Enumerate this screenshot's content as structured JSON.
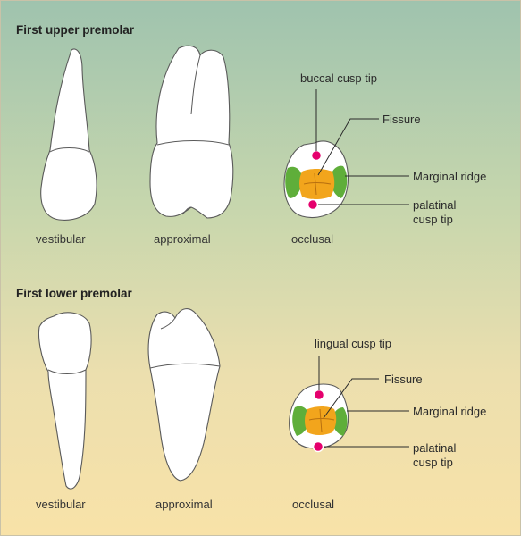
{
  "colors": {
    "background_top": "#9fc3ae",
    "background_bottom": "#f8e2a8",
    "cusp_marker": "#e5006d",
    "marginal_ridge": "#5fae3a",
    "fissure_area": "#f2a51c"
  },
  "upper": {
    "heading": "First upper premolar",
    "views": [
      "vestibular",
      "approximal",
      "occlusal"
    ],
    "labels": {
      "cusp_tip": "buccal cusp tip",
      "fissure": "Fissure",
      "marginal_ridge": "Marginal ridge",
      "palatinal_cusp_tip": [
        "palatinal",
        "cusp tip"
      ]
    }
  },
  "lower": {
    "heading": "First lower premolar",
    "views": [
      "vestibular",
      "approximal",
      "occlusal"
    ],
    "labels": {
      "cusp_tip": "lingual cusp tip",
      "fissure": "Fissure",
      "marginal_ridge": "Marginal ridge",
      "palatinal_cusp_tip": [
        "palatinal",
        "cusp tip"
      ]
    }
  }
}
